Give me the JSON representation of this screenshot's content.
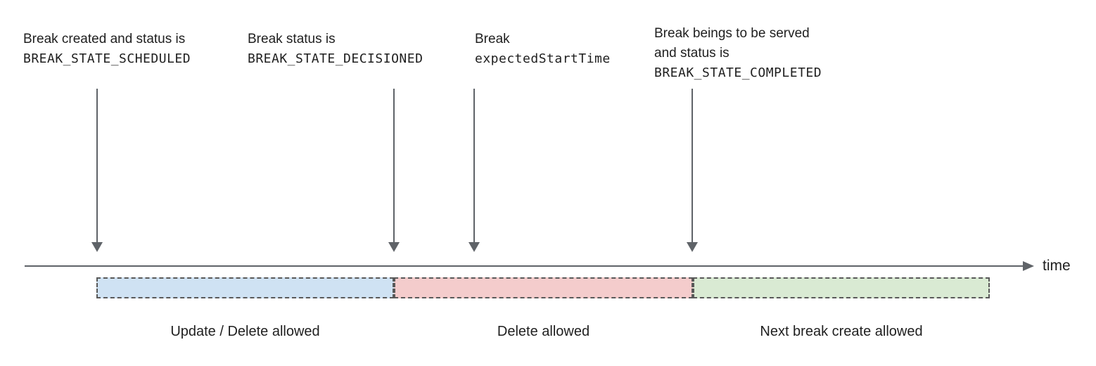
{
  "annotations": [
    {
      "id": "scheduled",
      "lines": [
        {
          "text": "Break created and status is",
          "mono": false
        },
        {
          "text": "BREAK_STATE_SCHEDULED",
          "mono": true
        }
      ]
    },
    {
      "id": "decisioned",
      "lines": [
        {
          "text": "Break status is",
          "mono": false
        },
        {
          "text": "BREAK_STATE_DECISIONED",
          "mono": true
        }
      ]
    },
    {
      "id": "expected-start",
      "lines": [
        {
          "text": "Break",
          "mono": false
        },
        {
          "text": "expectedStartTime",
          "mono": true
        }
      ]
    },
    {
      "id": "completed",
      "lines": [
        {
          "text": "Break beings to be served",
          "mono": false
        },
        {
          "text": "and status is",
          "mono": false
        },
        {
          "text": "BREAK_STATE_COMPLETED",
          "mono": true
        }
      ]
    }
  ],
  "timeline": {
    "axis_label": "time",
    "axis_color": "#5f6368",
    "arrow_color": "#5f6368"
  },
  "segments": [
    {
      "label": "Update / Delete allowed",
      "fill": "#cfe2f3",
      "border": "#595959"
    },
    {
      "label": "Delete allowed",
      "fill": "#f4cccc",
      "border": "#595959"
    },
    {
      "label": "Next break create allowed",
      "fill": "#d9ead3",
      "border": "#595959"
    }
  ],
  "colors": {
    "text": "#1f1f1f",
    "background": "#ffffff"
  }
}
